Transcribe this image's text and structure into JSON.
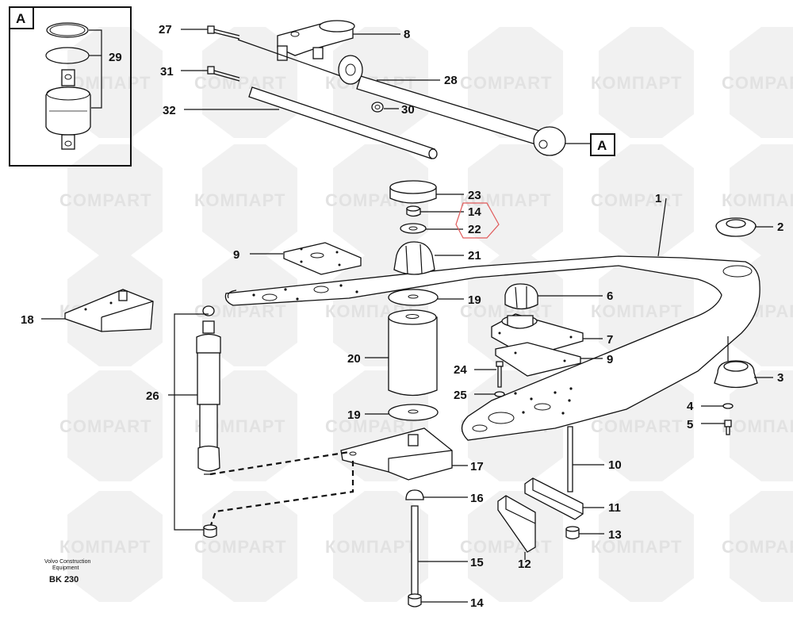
{
  "watermark": {
    "latin": "COMPART",
    "cyrillic": "КОМПАРТ"
  },
  "inset": {
    "label": "A",
    "callouts": [
      "29"
    ]
  },
  "detail_ref": {
    "label": "A"
  },
  "callouts": [
    "27",
    "8",
    "31",
    "28",
    "32",
    "30",
    "23",
    "14",
    "22",
    "21",
    "1",
    "2",
    "9",
    "6",
    "18",
    "19",
    "7",
    "20",
    "24",
    "9",
    "25",
    "3",
    "26",
    "19",
    "4",
    "5",
    "17",
    "10",
    "16",
    "11",
    "13",
    "15",
    "12",
    "14"
  ],
  "footer": {
    "line1": "Volvo Construction",
    "line2": "Equipment",
    "code": "BK 230"
  },
  "colors": {
    "highlight": "#e05a5a",
    "ink": "#111111",
    "watermark": "#e2e2e2"
  }
}
